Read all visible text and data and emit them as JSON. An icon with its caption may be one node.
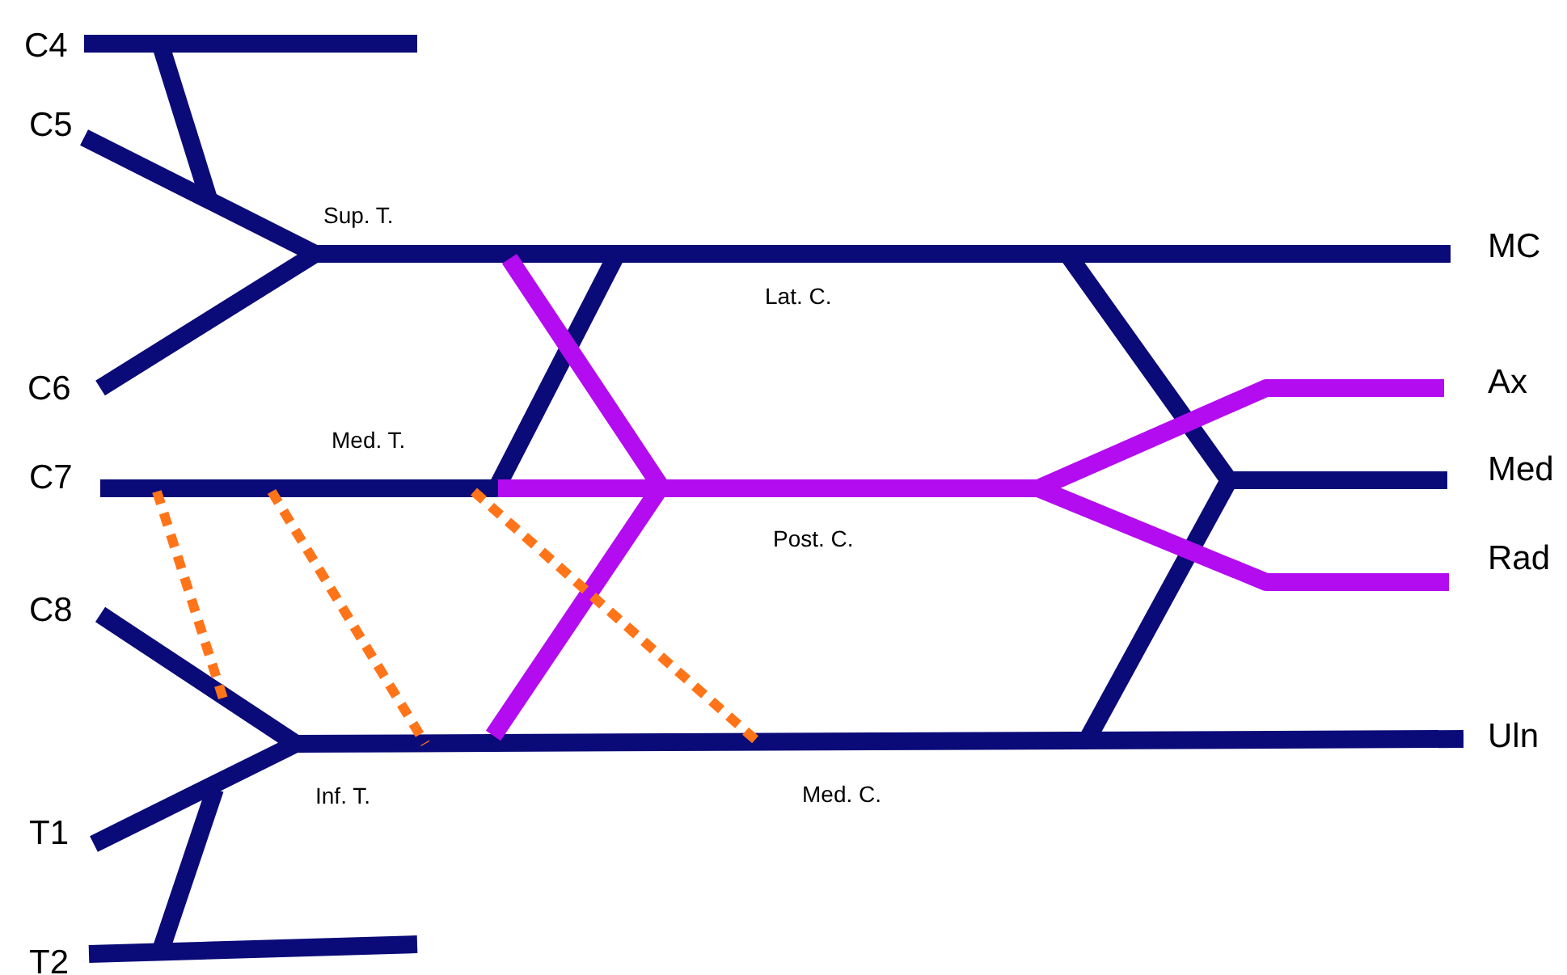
{
  "diagram": {
    "labels": [
      "C4",
      "C5",
      "Sup. T.",
      "MC",
      "Lat. C.",
      "C6",
      "Ax",
      "Med. T.",
      "C7",
      "Med",
      "Post. C.",
      "Rad",
      "C8",
      "Uln",
      "Inf. T.",
      "Med. C.",
      "T1",
      "T2"
    ]
  }
}
